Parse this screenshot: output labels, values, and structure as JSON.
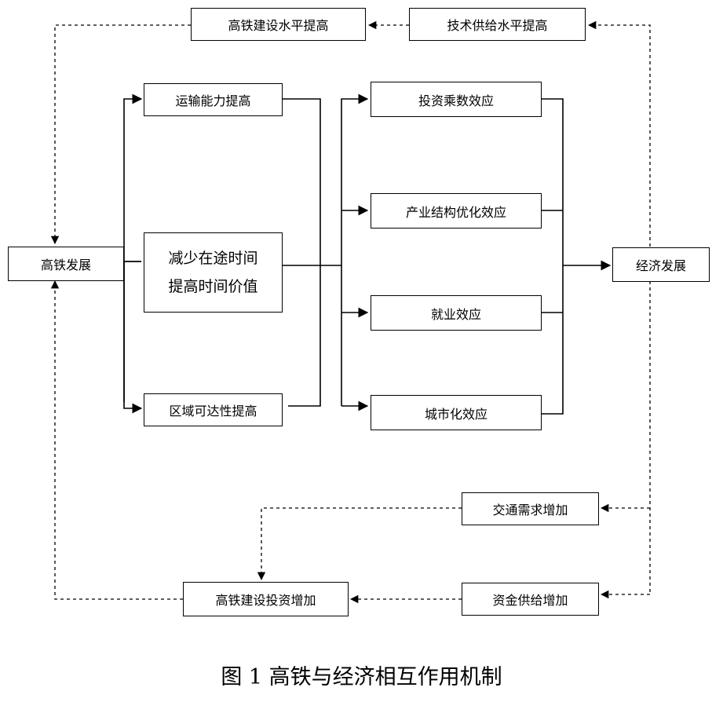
{
  "nodes": {
    "gaotie_fazhan": "高铁发展",
    "yunshu": "运输能力提高",
    "jianshao": [
      "减少在途时间",
      "提高时间价值"
    ],
    "quyu": "区域可达性提高",
    "touzi_chengshu": "投资乘数效应",
    "chanye": "产业结构优化效应",
    "jiuye": "就业效应",
    "chengshihua": "城市化效应",
    "jingji_fazhan": "经济发展",
    "jishu_gongji": "技术供给水平提高",
    "gaotie_jianshe_shuiping": "高铁建设水平提高",
    "jiaotong_xuqiu": "交通需求增加",
    "zijin_gongji": "资金供给增加",
    "gaotie_jianshe_touzi": "高铁建设投资增加"
  },
  "caption": "图 1 高铁与经济相互作用机制"
}
